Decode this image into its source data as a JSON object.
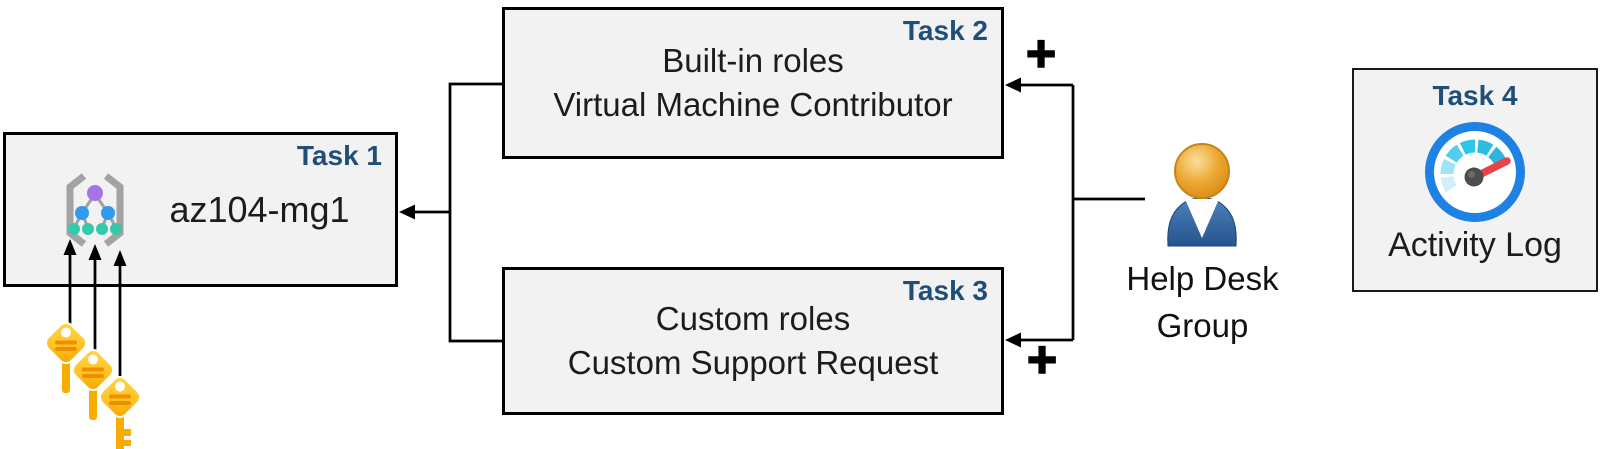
{
  "diagram": {
    "tasks": {
      "task1": {
        "label": "Task 1",
        "title": "az104-mg1"
      },
      "task2": {
        "label": "Task 2",
        "lines": [
          "Built-in roles",
          "Virtual Machine Contributor"
        ]
      },
      "task3": {
        "label": "Task 3",
        "lines": [
          "Custom roles",
          "Custom Support Request"
        ]
      },
      "task4": {
        "label": "Task 4",
        "caption": "Activity Log"
      }
    },
    "actor": {
      "name": "Help Desk Group"
    },
    "plus_signs": {
      "top": "+",
      "bottom": "+"
    },
    "icons": {
      "task1": "management-group-icon",
      "task4": "activity-log-gauge-icon",
      "actor": "person-icon",
      "bottom_left": "access-keys-icon"
    },
    "colors": {
      "task_label": "#1f4e79",
      "box_fill": "#f2f2f2",
      "box_border": "#000000",
      "connector": "#000000",
      "gauge_ring_blue": "#1e82e4",
      "gauge_dial_cyan": "#2ec5ea",
      "gauge_needle_red": "#e9404a",
      "key_gold": "#ffc424",
      "key_stripe_orange": "#ef8f00",
      "person_body_blue": "#35659f",
      "person_head_gold": "#eca62f",
      "node_purple": "#a873e6",
      "node_blue": "#2f9bf0",
      "node_teal": "#35c8ab",
      "bracket_gray": "#a3a3a3"
    }
  }
}
